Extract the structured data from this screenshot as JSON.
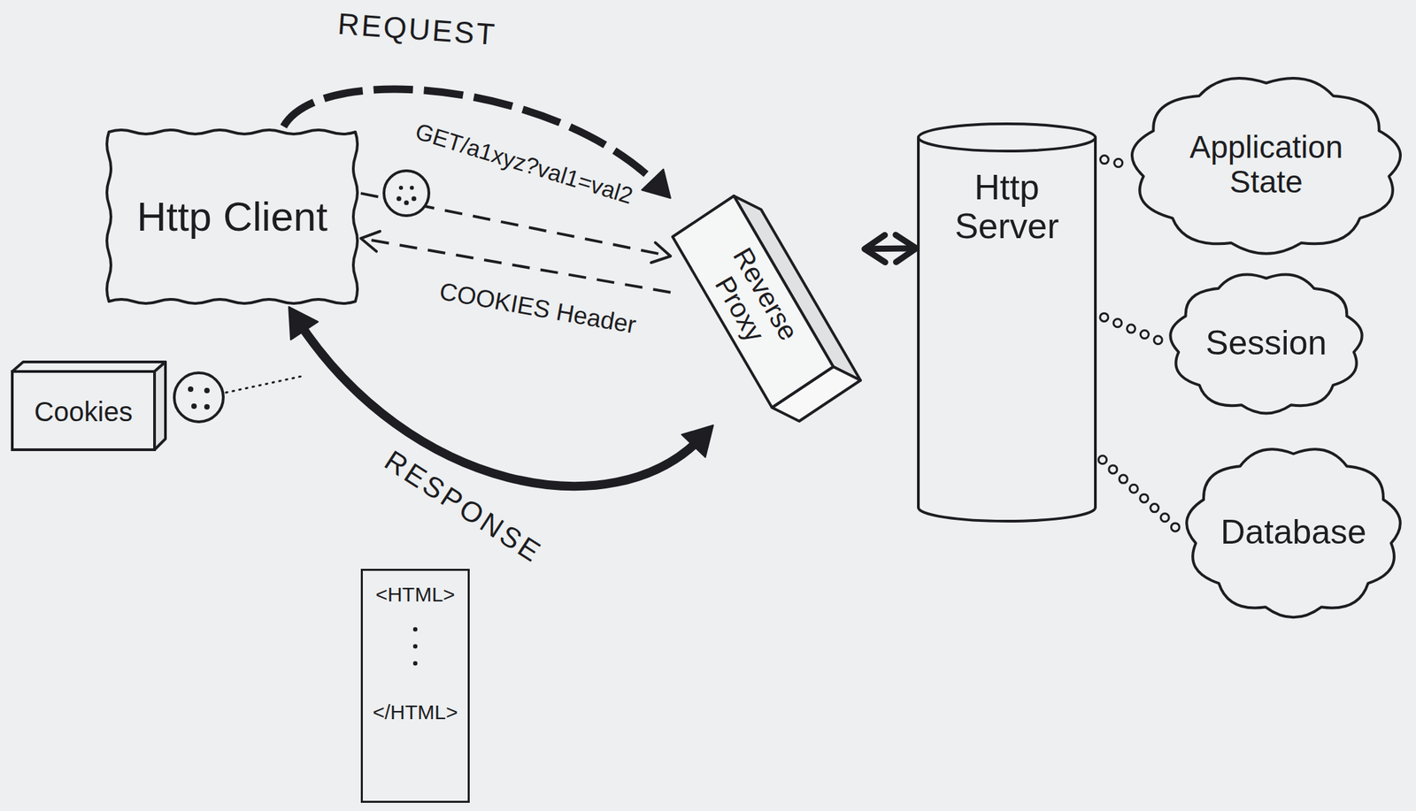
{
  "diagram": {
    "nodes": [
      {
        "text": [
          "Http Client"
        ]
      },
      {
        "text": [
          "Cookies"
        ]
      },
      {
        "text": [
          "<HTML>",
          "</HTML>"
        ]
      },
      {
        "text": [
          "Reverse Proxy"
        ]
      },
      {
        "text": [
          "Http Server"
        ]
      },
      {
        "text": [
          "Application State"
        ]
      },
      {
        "text": [
          "Session"
        ]
      },
      {
        "text": [
          "Database"
        ]
      }
    ],
    "edges": [
      {
        "from": 0,
        "to": 3,
        "label": "REQUEST",
        "arrow": "to"
      },
      {
        "from": 0,
        "to": 3,
        "arrow": "to"
      },
      {
        "from": 3,
        "to": 0,
        "label": "COOKIES Header",
        "arrow": "to"
      },
      {
        "from": 0,
        "to": 3,
        "label": "RESPONSE",
        "arrow": "both"
      },
      {
        "from": 3,
        "to": 4,
        "arrow": "both"
      },
      {
        "from": 4,
        "to": 5,
        "arrow": "none"
      },
      {
        "from": 4,
        "to": 6,
        "arrow": "none"
      },
      {
        "from": 4,
        "to": 7,
        "arrow": "none"
      }
    ],
    "labels": [
      "GET/a1xyz?val1=val2"
    ]
  }
}
